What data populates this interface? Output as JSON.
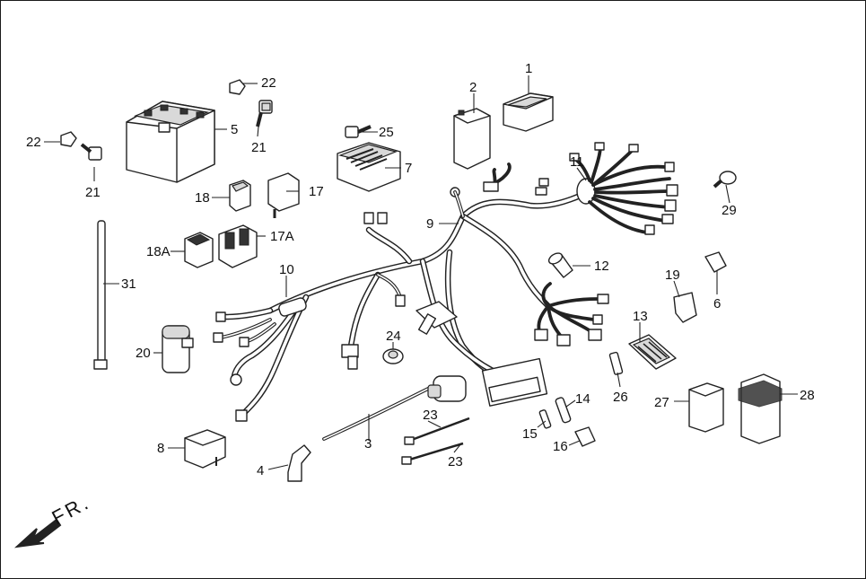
{
  "diagram": {
    "callouts": [
      "1",
      "2",
      "3",
      "4",
      "5",
      "6",
      "7",
      "8",
      "9",
      "10",
      "11",
      "12",
      "13",
      "14",
      "15",
      "16",
      "17",
      "17A",
      "18",
      "18A",
      "19",
      "20",
      "21",
      "21",
      "22",
      "22",
      "23",
      "23",
      "24",
      "25",
      "26",
      "27",
      "28",
      "29",
      "31"
    ],
    "direction_label": "FR."
  }
}
